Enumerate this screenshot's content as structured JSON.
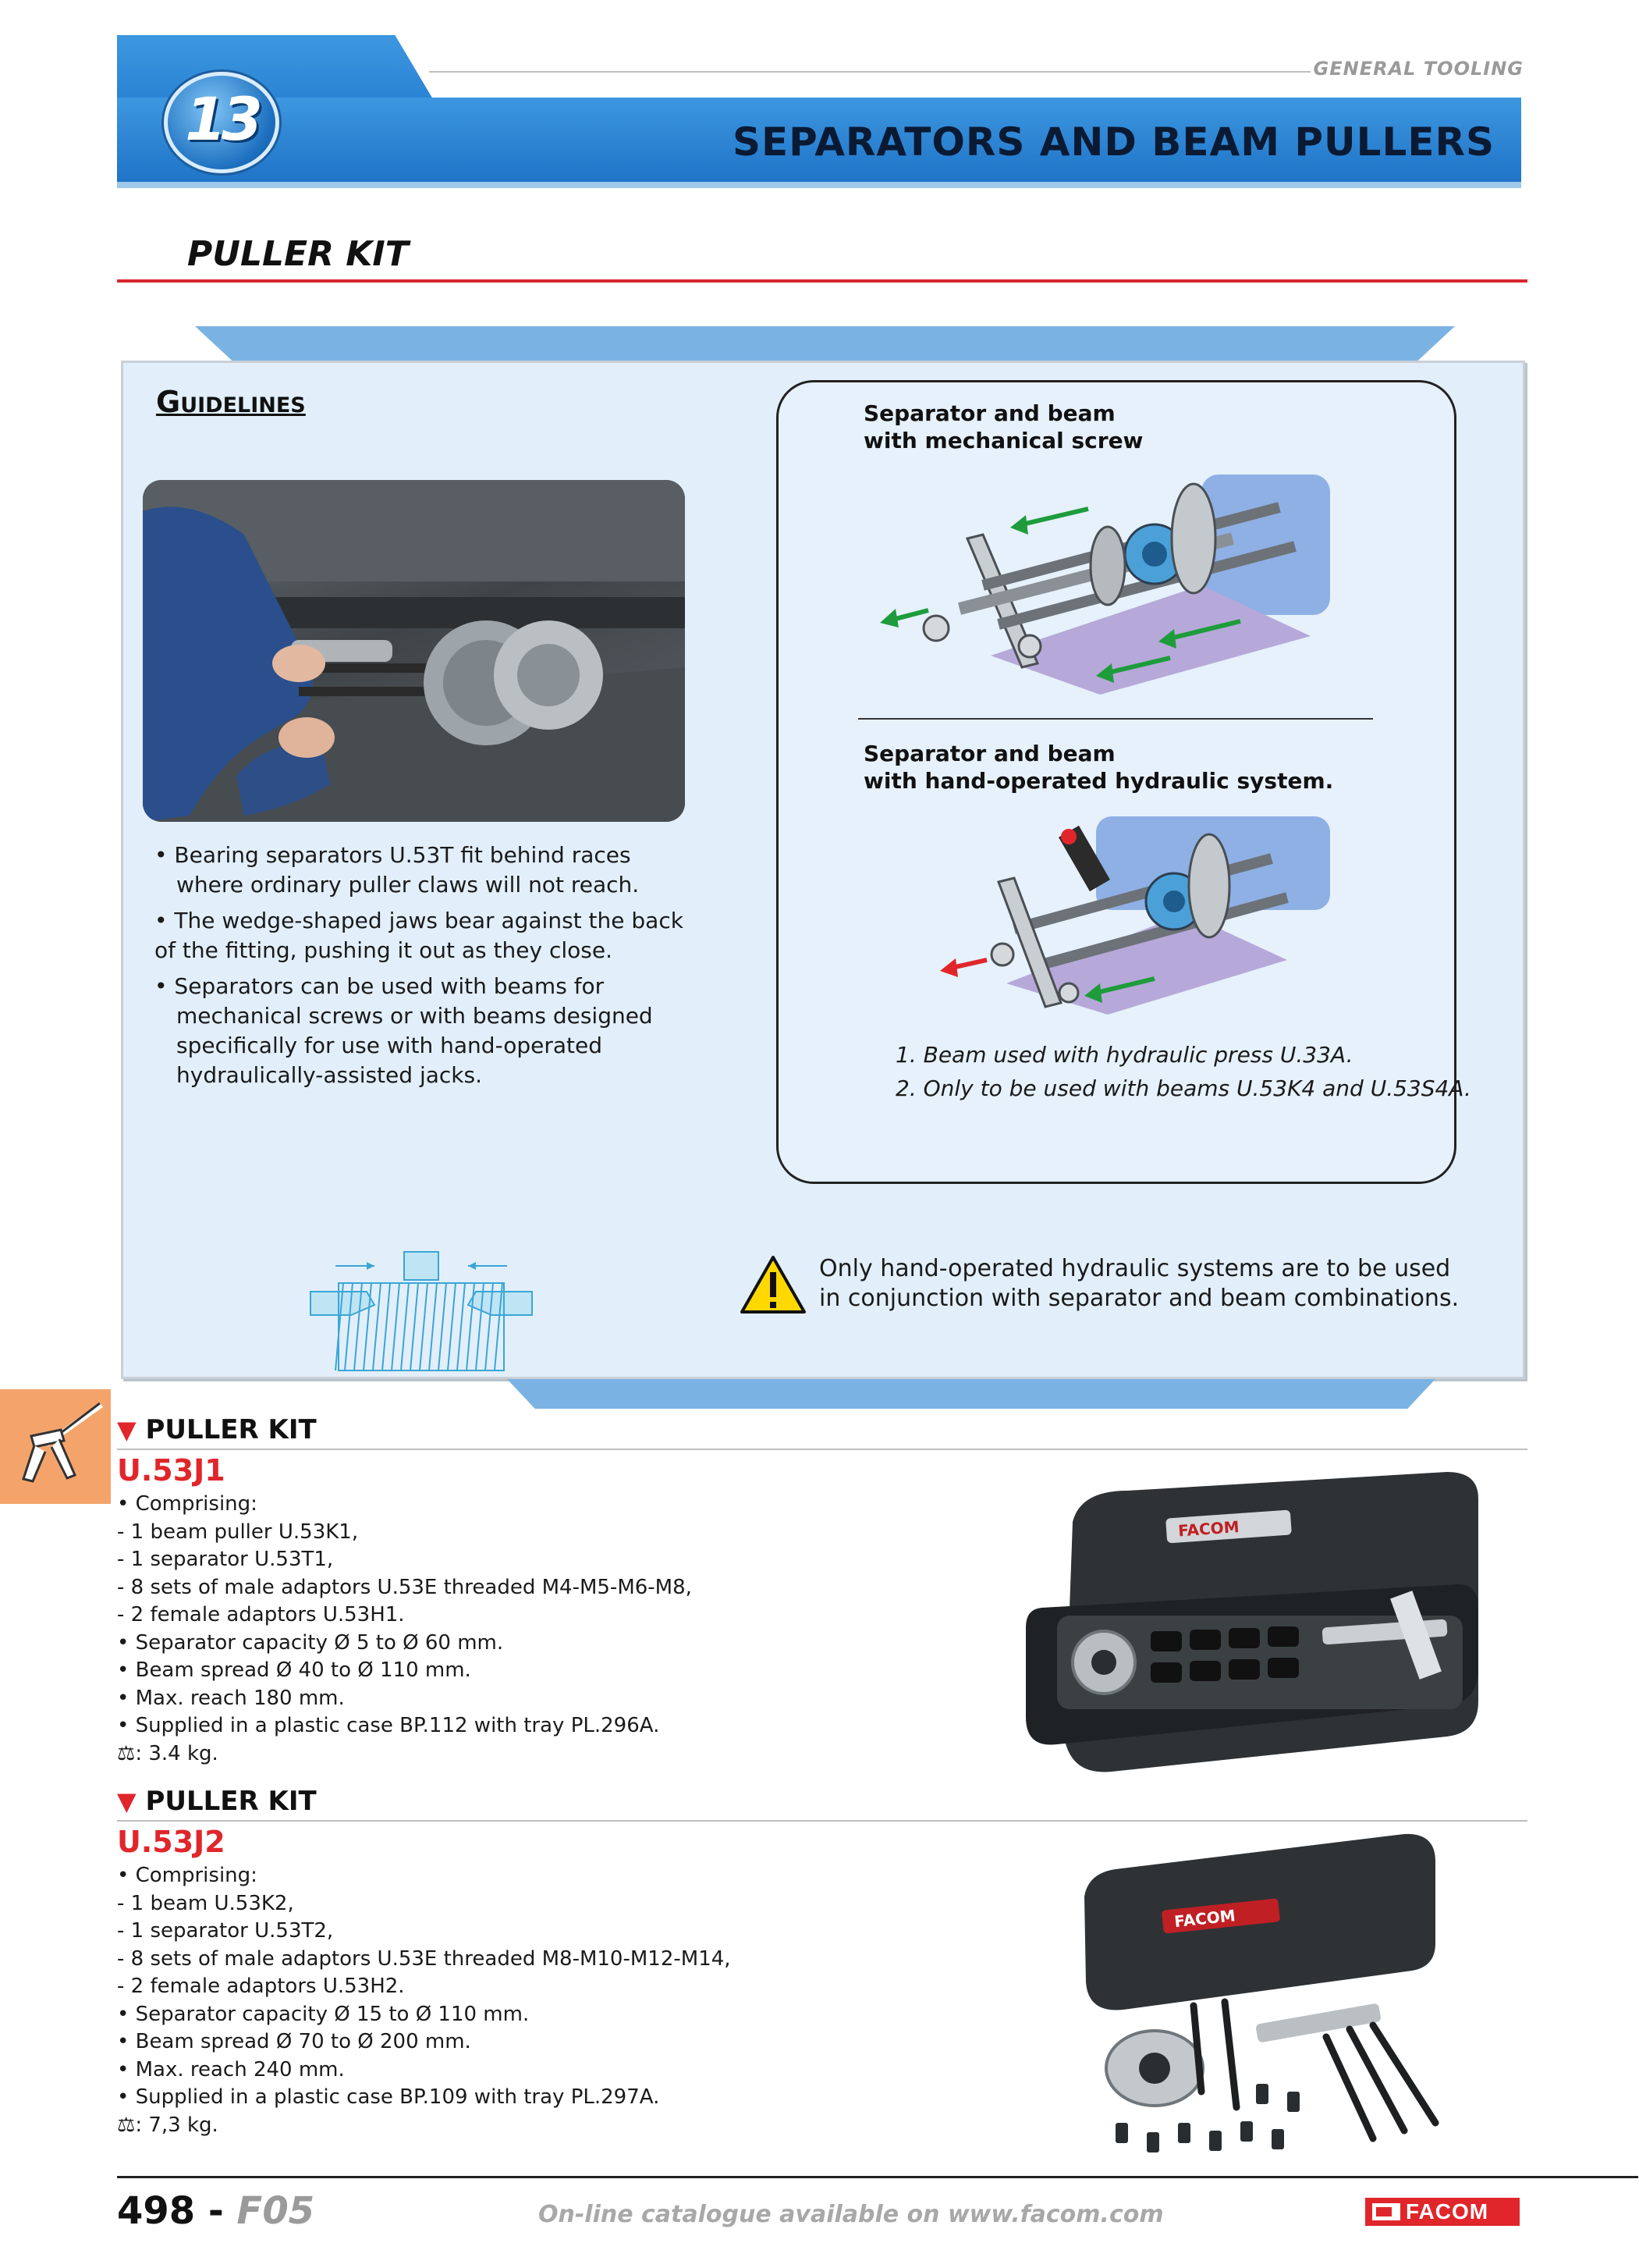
{
  "header": {
    "section_label": "GENERAL TOOLING",
    "chapter_number": "13",
    "title": "SEPARATORS AND BEAM PULLERS"
  },
  "subtitle": "PULLER KIT",
  "guidelines": {
    "heading": "Guidelines",
    "bullets": [
      "• Bearing separators U.53T fit behind races where ordinary puller claws will not reach.",
      "• The wedge-shaped jaws bear against the back of the fitting, pushing it out as they close.",
      "• Separators can be used with beams for mechanical screws or with beams designed specifically for use with hand-operated hydraulically-assisted jacks."
    ],
    "diagram_top_caption_line1": "Separator and beam",
    "diagram_top_caption_line2": "with mechanical screw",
    "diagram_bottom_caption_line1": "Separator and beam",
    "diagram_bottom_caption_line2": "with hand-operated hydraulic system.",
    "notes": [
      "1. Beam used with hydraulic press U.33A.",
      "2. Only to be used with beams U.53K4 and U.53S4A."
    ],
    "warning_line1": "Only hand-operated hydraulic systems are to be used",
    "warning_line2": "in conjunction with separator and beam combinations."
  },
  "products": [
    {
      "heading": "PULLER KIT",
      "code": "U.53J1",
      "specs": [
        "• Comprising:",
        "- 1 beam puller U.53K1,",
        "- 1 separator U.53T1,",
        "- 8 sets of male adaptors U.53E threaded M4-M5-M6-M8,",
        "- 2 female adaptors U.53H1.",
        "• Separator capacity Ø 5 to Ø 60 mm.",
        "• Beam spread Ø 40 to Ø 110 mm.",
        "• Max. reach 180 mm.",
        "• Supplied in a plastic case BP.112 with tray PL.296A."
      ],
      "weight": ": 3.4 kg.",
      "case_brand": "FACOM"
    },
    {
      "heading": "PULLER KIT",
      "code": "U.53J2",
      "specs": [
        "• Comprising:",
        "- 1 beam U.53K2,",
        "- 1 separator U.53T2,",
        "- 8 sets of male adaptors U.53E threaded M8-M10-M12-M14,",
        "- 2 female adaptors U.53H2.",
        "• Separator capacity Ø 15 to Ø 110 mm.",
        "• Beam spread Ø 70 to Ø 200 mm.",
        "• Max. reach 240 mm.",
        "• Supplied in a plastic case BP.109 with tray PL.297A."
      ],
      "weight": ": 7,3 kg.",
      "case_brand": "FACOM"
    }
  ],
  "footer": {
    "page_number": "498 -",
    "section_code": "F05",
    "url_text": "On-line catalogue available on www.facom.com",
    "brand": "FACOM"
  },
  "colors": {
    "header_blue": "#1f74c7",
    "panel_bg": "#e2effa",
    "accent_red": "#e0262b",
    "side_tab_orange": "#f4a46b"
  }
}
